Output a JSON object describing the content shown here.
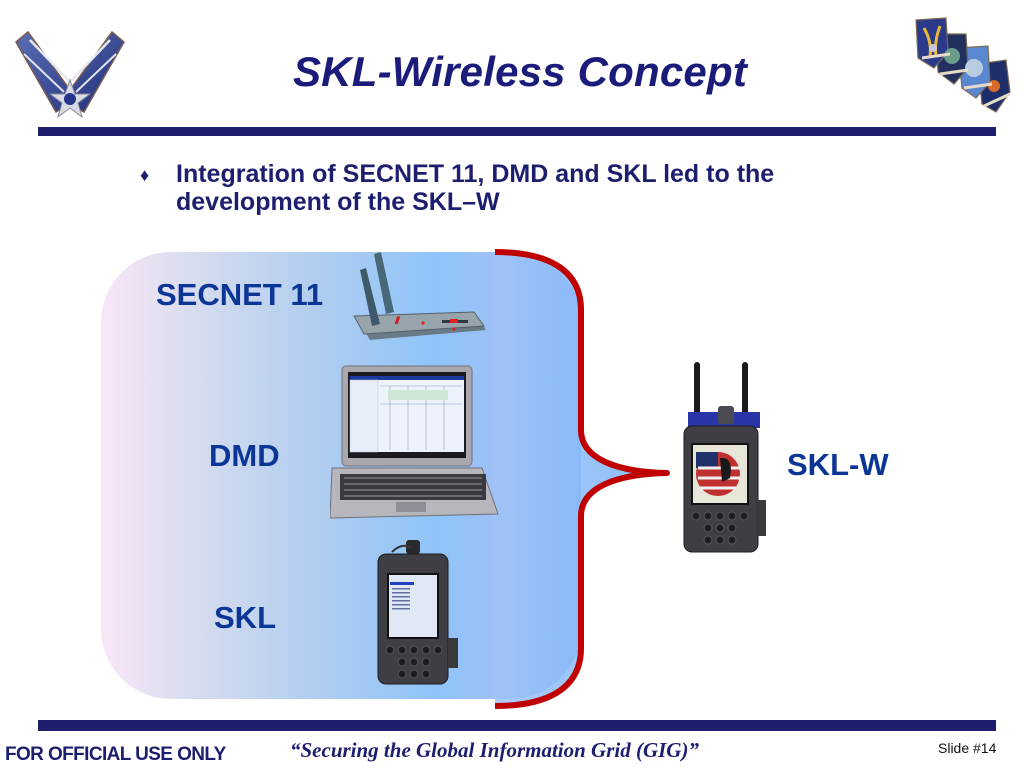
{
  "header": {
    "title": "SKL-Wireless Concept",
    "left_logo": "air-force-symbol",
    "right_logo": "command-shields-group"
  },
  "bullets": [
    {
      "glyph": "♦",
      "text": "Integration of SECNET 11, DMD and SKL led to the development of the SKL–W"
    }
  ],
  "diagram": {
    "components": [
      {
        "label": "SECNET 11",
        "image": "secnet11-wireless-device"
      },
      {
        "label": "DMD",
        "image": "laptop-computer"
      },
      {
        "label": "SKL",
        "image": "handheld-key-loader"
      }
    ],
    "result": {
      "label": "SKL-W",
      "image": "wireless-handheld-key-loader"
    },
    "colors": {
      "brace": "#c00000",
      "label": "#0b3696",
      "panel_start": "#f9e6f6",
      "panel_end": "#8bbcf5"
    }
  },
  "footer": {
    "classification": "FOR OFFICIAL USE ONLY",
    "motto": "“Securing the Global Information Grid (GIG)”",
    "slide_number": "Slide #14"
  },
  "theme": {
    "navy": "#1e1e6e"
  }
}
